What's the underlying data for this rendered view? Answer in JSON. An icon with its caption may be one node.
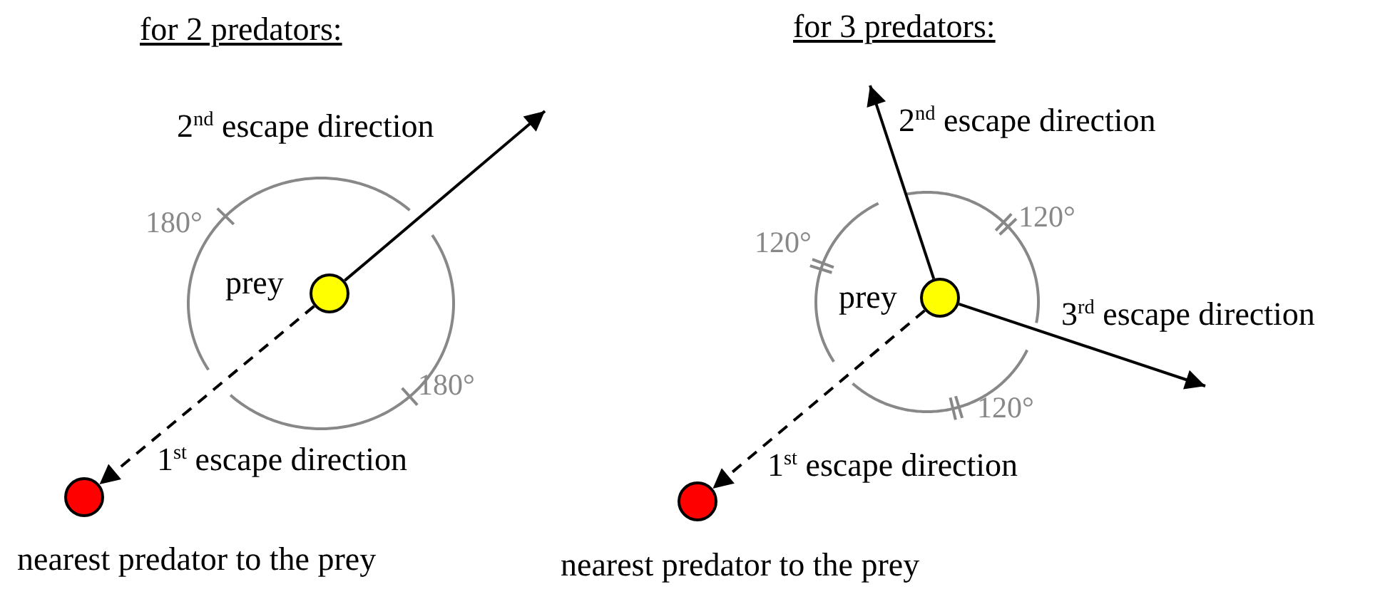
{
  "diagram": {
    "nodes": [
      {
        "text": [],
        "shape": "circle",
        "beside": [
          "prey"
        ]
      },
      {
        "text": [],
        "shape": "circle",
        "beside": [
          "nearest predator to the prey"
        ]
      },
      {
        "text": [],
        "shape": "circle",
        "beside": [
          "prey"
        ]
      },
      {
        "text": [],
        "shape": "circle",
        "beside": [
          "nearest predator to the prey"
        ]
      }
    ],
    "edges": [
      {
        "from": 0,
        "to": 1,
        "arrow": "to",
        "style": "dashed",
        "label": "1$^{st}$ escape direction"
      },
      {
        "from": 0,
        "to": null,
        "arrow": "to",
        "label": "2$^{nd}$ escape direction"
      },
      {
        "from": 2,
        "to": 3,
        "arrow": "to",
        "style": "dashed",
        "label": "1$^{st}$ escape direction"
      },
      {
        "from": 2,
        "to": null,
        "arrow": "to",
        "label": "2$^{nd}$ escape direction"
      },
      {
        "from": 2,
        "to": null,
        "arrow": "to",
        "label": "3$^{rd}$ escape direction"
      }
    ],
    "labels": [
      "for 2 predators:",
      "for 3 predators:",
      "180°",
      "180°",
      "120°",
      "120°",
      "120°"
    ]
  }
}
